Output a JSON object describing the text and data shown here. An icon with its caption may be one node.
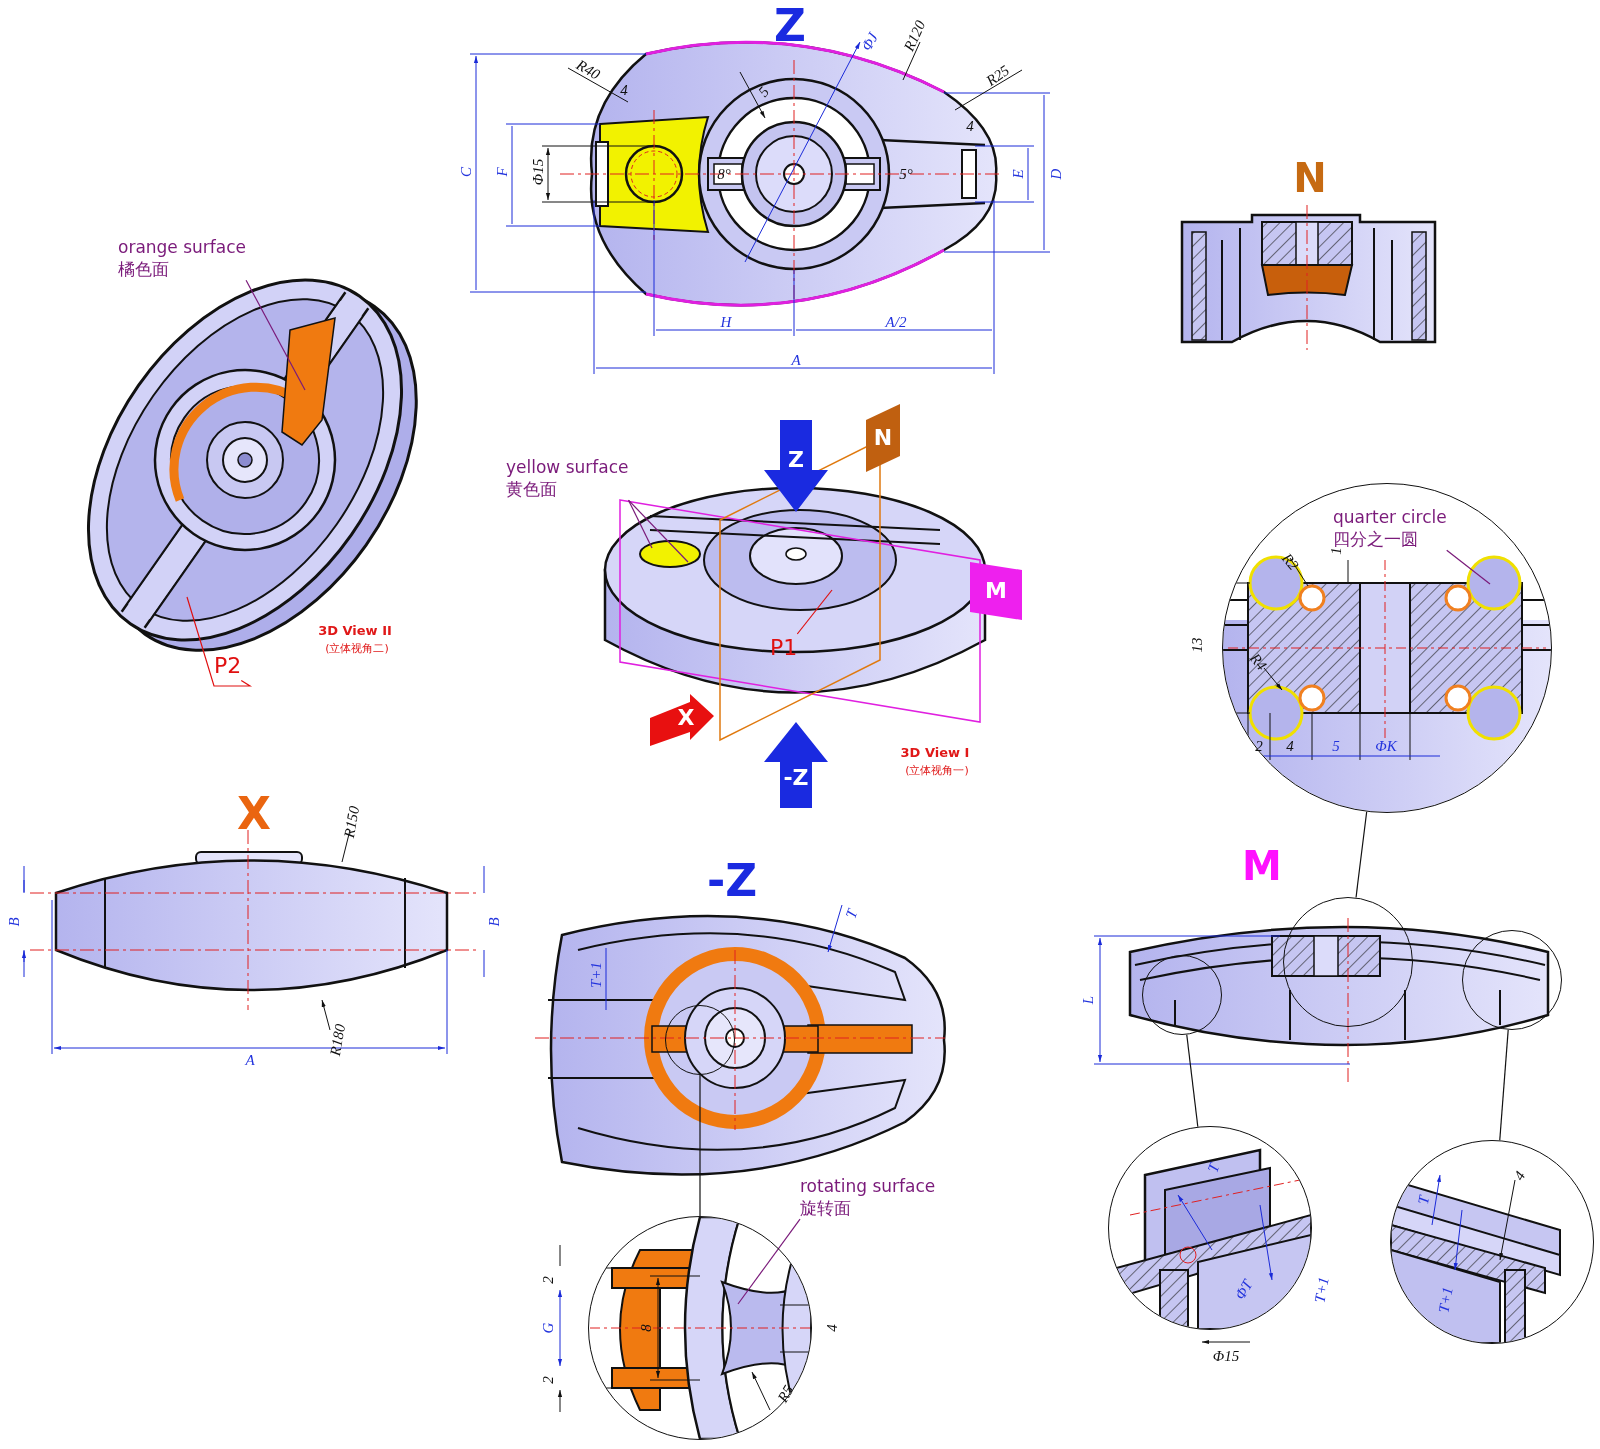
{
  "diagram": {
    "nodes": [
      {
        "text": [
          "orange surface",
          "橘色面"
        ]
      },
      {
        "text": [
          "yellow surface",
          "黄色面"
        ]
      },
      {
        "text": [
          "quarter circle",
          "四分之一圆"
        ],
        "in": 3
      },
      {
        "text": [],
        "shape": "circle"
      },
      {
        "text": [
          "P1"
        ]
      },
      {
        "text": [
          "P2"
        ]
      },
      {
        "text": [],
        "shape": "circle"
      },
      {
        "text": [],
        "shape": "circle"
      },
      {
        "text": [],
        "shape": "circle"
      },
      {
        "text": [],
        "shape": "circle"
      },
      {
        "text": [],
        "shape": "circle"
      },
      {
        "text": [
          "rotating surface",
          "旋转面"
        ]
      },
      {
        "text": [],
        "shape": "circle"
      },
      {
        "text": [],
        "shape": "circle"
      }
    ],
    "edges": [
      {
        "from": 0,
        "to": null,
        "arrow": "none"
      },
      {
        "from": 1,
        "to": null,
        "arrow": "none"
      },
      {
        "from": 1,
        "to": null,
        "arrow": "none"
      },
      {
        "from": 2,
        "to": null,
        "arrow": "none"
      },
      {
        "from": 4,
        "to": null,
        "arrow": "none",
        "color": "#e01010"
      },
      {
        "from": 5,
        "to": null,
        "arrow": "none",
        "color": "#e01010"
      },
      {
        "from": 6,
        "to": 3,
        "arrow": "none",
        "color": "#111111"
      },
      {
        "from": 7,
        "to": 12,
        "arrow": "none",
        "color": "#111111"
      },
      {
        "from": 8,
        "to": 13,
        "arrow": "none",
        "color": "#111111"
      },
      {
        "from": 9,
        "to": 10,
        "arrow": "none",
        "color": "#111111"
      },
      {
        "from": 11,
        "to": null,
        "arrow": "none"
      }
    ],
    "labels": [
      "Z",
      "R40",
      "4",
      "ΦJ",
      "R120",
      "R25",
      "5",
      "4",
      "C",
      "F",
      "Φ15",
      "8°",
      "5°",
      "E",
      "D",
      "H",
      "A/2",
      "A",
      "N",
      "Z",
      "N",
      "M",
      "X",
      "-Z",
      "3D View II",
      "(立体视角二)",
      "3D View I",
      "(立体视角一)",
      "R2",
      "1",
      "13",
      "R4",
      "2",
      "4",
      "5",
      "ΦK",
      "X",
      "R150",
      "B",
      "B",
      "R180",
      "A",
      "-Z",
      "T",
      "T+1",
      "M",
      "L",
      "2",
      "G",
      "8",
      "2",
      "4",
      "R5",
      "T",
      "ΦT",
      "T+1",
      "Φ15",
      "T",
      "4",
      "T+1"
    ]
  }
}
